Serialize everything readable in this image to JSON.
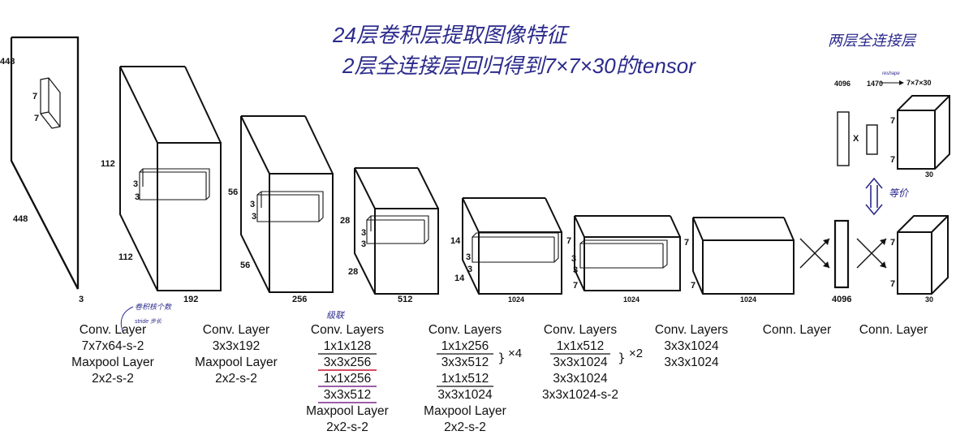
{
  "annotations": {
    "line1": "24层卷积层提取图像特征",
    "line2": "2层全连接层回归得到7×7×30的tensor",
    "fc_title": "两层全连接层",
    "kernel_count": "卷积核个数",
    "stride": "stride 步长",
    "cascade": "级联",
    "equivalent": "等价",
    "reshape": "reshape",
    "dim_4096": "4096",
    "dim_1470": "1470",
    "dim_7x7x30": "7×7×30",
    "cross": "X"
  },
  "blocks": [
    {
      "dims": {
        "height": "448",
        "width": "448",
        "depth": "3",
        "kernel_a": "7",
        "kernel_b": "7"
      },
      "captions": [
        "Conv. Layer",
        "7x7x64-s-2",
        "Maxpool Layer",
        "2x2-s-2"
      ]
    },
    {
      "dims": {
        "height": "112",
        "width": "112",
        "depth": "192",
        "kernel_a": "3",
        "kernel_b": "3"
      },
      "captions": [
        "Conv. Layer",
        "3x3x192",
        "Maxpool Layer",
        "2x2-s-2"
      ]
    },
    {
      "dims": {
        "height": "56",
        "width": "56",
        "depth": "256",
        "kernel_a": "3",
        "kernel_b": "3"
      },
      "captions": [
        "Conv. Layers",
        "1x1x128",
        "3x3x256",
        "1x1x256",
        "3x3x512",
        "Maxpool Layer",
        "2x2-s-2"
      ]
    },
    {
      "dims": {
        "height": "28",
        "width": "28",
        "depth": "512",
        "kernel_a": "3",
        "kernel_b": "3"
      },
      "captions": [
        "Conv. Layers",
        "1x1x256",
        "3x3x512",
        "1x1x512",
        "3x3x1024",
        "Maxpool Layer",
        "2x2-s-2"
      ],
      "repeat": "×4"
    },
    {
      "dims": {
        "height": "14",
        "width": "14",
        "depth": "1024",
        "kernel_a": "3",
        "kernel_b": "3"
      },
      "captions": [
        "Conv. Layers",
        "1x1x512",
        "3x3x1024",
        "3x3x1024",
        "3x3x1024-s-2"
      ],
      "repeat": "×2"
    },
    {
      "dims": {
        "height": "7",
        "width": "7",
        "depth": "1024",
        "kernel_a": "3",
        "kernel_b": "3"
      },
      "captions": [
        "Conv. Layers",
        "3x3x1024",
        "3x3x1024"
      ]
    },
    {
      "dims": {
        "height": "7",
        "width": "7",
        "depth": "1024"
      },
      "captions": []
    },
    {
      "dims": {
        "depth": "4096"
      },
      "captions": [
        "Conn. Layer"
      ]
    },
    {
      "dims": {
        "height": "7",
        "width": "7",
        "depth": "30"
      },
      "captions": [
        "Conn. Layer"
      ]
    }
  ],
  "underline_colors": {
    "red": "#c8102e",
    "purple": "#7a2a8c"
  },
  "ink_color": "#2b2a8c"
}
